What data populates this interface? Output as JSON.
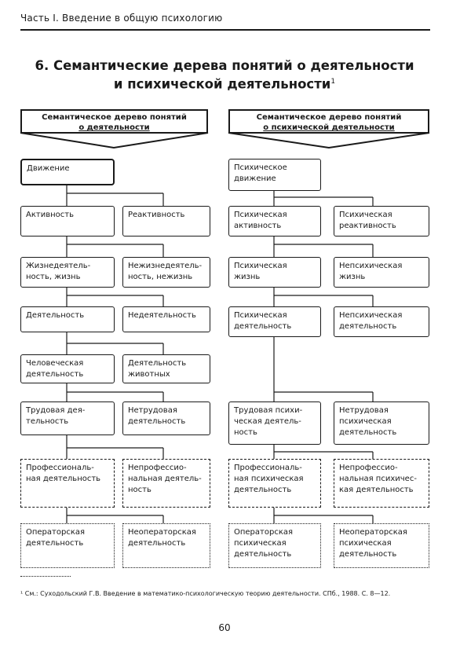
{
  "running_head": "Часть I. Введение в общую психологию",
  "title": {
    "line1": "6. Семантические дерева понятий о деятельности",
    "line2": "и психической деятельности",
    "footnote_mark": "1"
  },
  "left_tree": {
    "banner": {
      "line1": "Семантическое дерево понятий",
      "line2": "о деятельности"
    },
    "nodes": {
      "root": {
        "line1": "Движение",
        "line2": ""
      },
      "l1_a": {
        "line1": "Активность",
        "line2": ""
      },
      "l1_b": {
        "line1": "Реактивность",
        "line2": ""
      },
      "l2_a": {
        "line1": "Жизнедеятель-",
        "line2": "ность, жизнь"
      },
      "l2_b": {
        "line1": "Нежизнедеятель-",
        "line2": "ность, нежизнь"
      },
      "l3_a": {
        "line1": "Деятельность",
        "line2": ""
      },
      "l3_b": {
        "line1": "Недеятельность",
        "line2": ""
      },
      "l4_a": {
        "line1": "Человеческая",
        "line2": "деятельность"
      },
      "l4_b": {
        "line1": "Деятельность",
        "line2": "животных"
      },
      "l5_a": {
        "line1": "Трудовая дея-",
        "line2": "тельность",
        "line3": ""
      },
      "l5_b": {
        "line1": "Нетрудовая",
        "line2": "деятельность",
        "line3": ""
      },
      "l6_a": {
        "line1": "Профессиональ-",
        "line2": "ная деятельность",
        "line3": ""
      },
      "l6_b": {
        "line1": "Непрофессио-",
        "line2": "нальная деятель-",
        "line3": "ность"
      },
      "l7_a": {
        "line1": "Операторская",
        "line2": "деятельность",
        "line3": ""
      },
      "l7_b": {
        "line1": "Неоператорская",
        "line2": "деятельность",
        "line3": ""
      }
    }
  },
  "right_tree": {
    "banner": {
      "line1": "Семантическое дерево понятий",
      "line2": "о психической деятельности"
    },
    "nodes": {
      "root": {
        "line1": "Психическое",
        "line2": "движение"
      },
      "l1_a": {
        "line1": "Психическая",
        "line2": "активность"
      },
      "l1_b": {
        "line1": "Психическая",
        "line2": "реактивность"
      },
      "l2_a": {
        "line1": "Психическая",
        "line2": "жизнь"
      },
      "l2_b": {
        "line1": "Непсихическая",
        "line2": "жизнь"
      },
      "l3_a": {
        "line1": "Психическая",
        "line2": "деятельность"
      },
      "l3_b": {
        "line1": "Непсихическая",
        "line2": "деятельность"
      },
      "l5_a": {
        "line1": "Трудовая психи-",
        "line2": "ческая деятель-",
        "line3": "ность"
      },
      "l5_b": {
        "line1": "Нетрудовая",
        "line2": "психическая",
        "line3": "деятельность"
      },
      "l6_a": {
        "line1": "Профессиональ-",
        "line2": "ная психическая",
        "line3": "деятельность"
      },
      "l6_b": {
        "line1": "Непрофессио-",
        "line2": "нальная психичес-",
        "line3": "кая деятельность"
      },
      "l7_a": {
        "line1": "Операторская",
        "line2": "психическая",
        "line3": "деятельность"
      },
      "l7_b": {
        "line1": "Неоператорская",
        "line2": "психическая",
        "line3": "деятельность"
      }
    }
  },
  "footnote": "¹ См.: Суходольский Г.В. Введение в математико-психологическую теорию деятельности. СПб., 1988. С. 8—12.",
  "page_number": "60"
}
